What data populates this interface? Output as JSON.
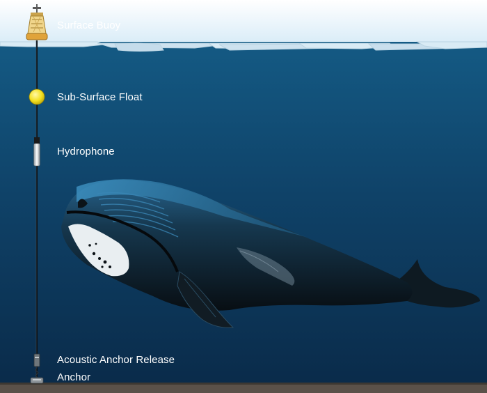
{
  "labels": {
    "surface_buoy": "Surface Buoy",
    "sub_surface_float": "Sub-Surface Float",
    "hydrophone": "Hydrophone",
    "acoustic_anchor_release": "Acoustic Anchor Release",
    "anchor": "Anchor"
  },
  "colors": {
    "sky_top": "#e8f4fb",
    "ice": "#cfe3ef",
    "water_top": "#145780",
    "water_bottom": "#0a2b4a",
    "seafloor": "#5a5149",
    "buoy": "#e8c36a",
    "float": "#f3e01f",
    "whale": "#0d1419"
  },
  "icons": [
    "surface-buoy-icon",
    "sub-surface-float-icon",
    "hydrophone-icon",
    "acoustic-release-icon",
    "anchor-icon",
    "bowhead-whale-illustration"
  ]
}
